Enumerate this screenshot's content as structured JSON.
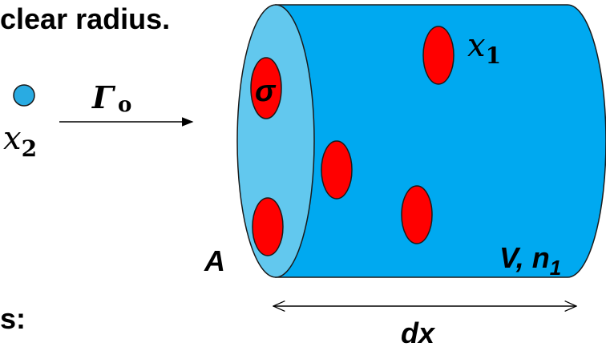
{
  "header_fragment": "clear radius.",
  "footer_fragment": "s:",
  "incoming": {
    "particle_label_base": "x",
    "particle_label_sub": "2",
    "flux_symbol": "Γ",
    "flux_sub": "o",
    "particle_color": "#29ABE2"
  },
  "target": {
    "area_label": "A",
    "cross_section_label": "σ",
    "particle_label_base": "x",
    "particle_label_sub": "1",
    "volume_label_main": "V, n",
    "volume_label_sub": "1",
    "thickness_label": "dx",
    "body_color": "#00A9F0",
    "face_color": "#62C8EE",
    "nucleus_color": "#FF0000"
  }
}
